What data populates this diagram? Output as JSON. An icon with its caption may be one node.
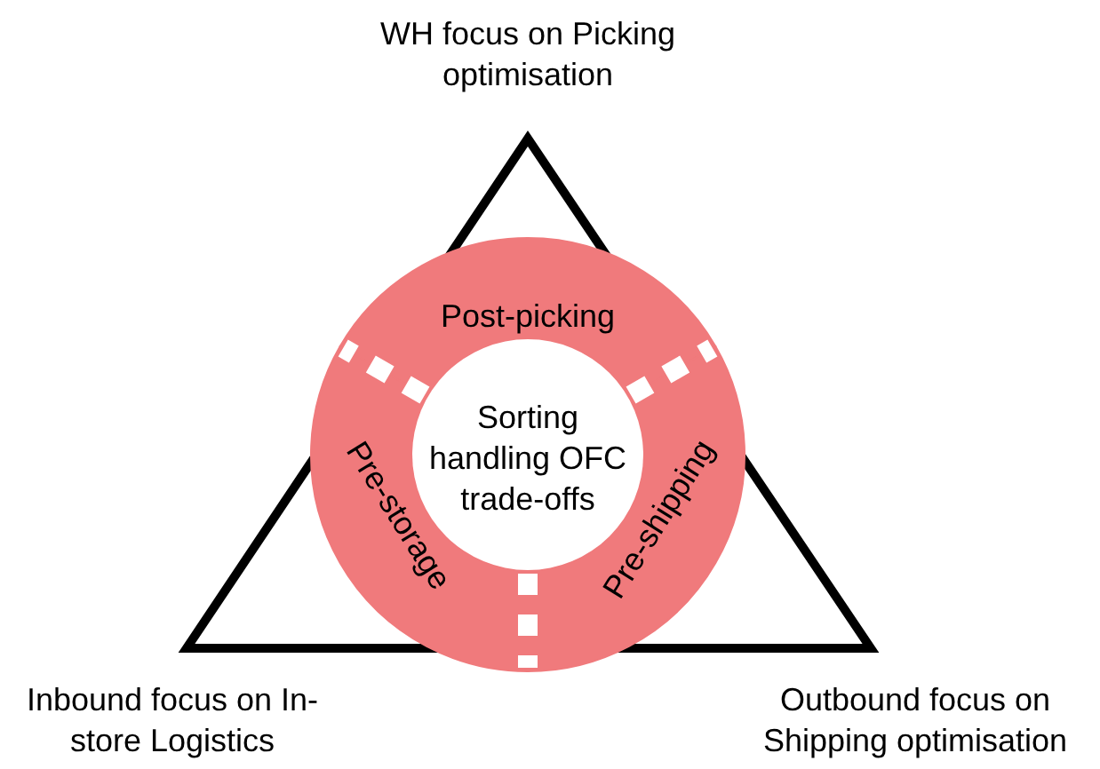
{
  "diagram": {
    "nodes": [
      {
        "text": [
          "Post-picking"
        ]
      },
      {
        "text": [
          "Sorting handling OFC trade-offs"
        ]
      },
      {
        "text": [
          "Pre-storage"
        ]
      },
      {
        "text": [
          "Pre-shipping"
        ]
      }
    ],
    "labels": [
      "WH focus on Picking optimisation",
      "Inbound focus on In-store Logistics",
      "Outbound focus on Shipping optimisation"
    ]
  }
}
